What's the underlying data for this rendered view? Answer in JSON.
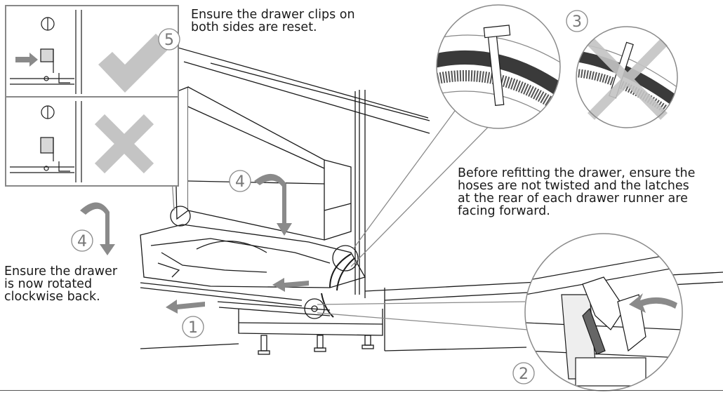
{
  "instructions": {
    "clips_reset": "Ensure the drawer clips on\nboth sides are reset.",
    "before_refit": "Before refitting the drawer, ensure the\nhoses are not twisted and the latches\nat the rear of each drawer runner are\nfacing forward.",
    "rotate_back": "Ensure the drawer\nis now rotated\nclockwise back."
  },
  "step_numbers": {
    "step1": "1",
    "step2": "2",
    "step3": "3",
    "step4_left": "4",
    "step4_center": "4",
    "step5": "5"
  },
  "colors": {
    "line": "#1a1a1a",
    "arrow_gray": "#8a8a8a",
    "mark_gray": "#c4c4c4",
    "hose_dark": "#3a3a3a"
  },
  "icons": {
    "correct": "check-mark-icon",
    "incorrect": "cross-mark-icon"
  }
}
